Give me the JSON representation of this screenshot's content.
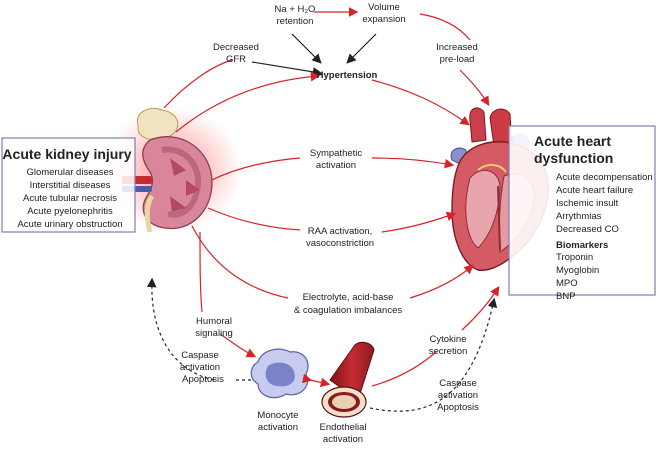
{
  "kidney_box": {
    "title": "Acute kidney injury",
    "items": [
      "Glomerular diseases",
      "Interstitial diseases",
      "Acute tubular necrosis",
      "Acute pyelonephritis",
      "Acute urinary obstruction"
    ]
  },
  "heart_box": {
    "title_line1": "Acute heart",
    "title_line2": "dysfunction",
    "items": [
      "Acute decompensation",
      "Acute heart failure",
      "Ischemic insult",
      "Arrythmias",
      "Decreased CO"
    ],
    "biomarkers_title": "Biomarkers",
    "biomarkers": [
      "Troponin",
      "Myoglobin",
      "MPO",
      "BNP"
    ]
  },
  "labels": {
    "retention_line1": "Na + H₂O",
    "retention_line2": "retention",
    "volume_line1": "Volume",
    "volume_line2": "expansion",
    "gfr_line1": "Decreased",
    "gfr_line2": "GFR",
    "hypertension": "Hypertension",
    "preload_line1": "Increased",
    "preload_line2": "pre-load",
    "sympathetic_line1": "Sympathetic",
    "sympathetic_line2": "activation",
    "raa_line1": "RAA activation,",
    "raa_line2": "vasoconstriction",
    "electrolyte_line1": "Electrolyte, acid-base",
    "electrolyte_line2": "& coagulation imbalances",
    "humoral_line1": "Humoral",
    "humoral_line2": "signaling",
    "caspase_left_line1": "Caspase",
    "caspase_left_line2": "activation",
    "caspase_left_line3": "Apoptosis",
    "monocyte_line1": "Monocyte",
    "monocyte_line2": "activation",
    "endothelial_line1": "Endothelial",
    "endothelial_line2": "activation",
    "cytokine_line1": "Cytokine",
    "cytokine_line2": "secretion",
    "caspase_right_line1": "Caspase",
    "caspase_right_line2": "activation",
    "caspase_right_line3": "Apoptosis"
  },
  "colors": {
    "arrow_red": "#d8232a",
    "arrow_black": "#222222",
    "box_border": "#7b7fb5",
    "kidney": "#d9869a",
    "heart": "#c9404a",
    "monocyte": "#9aa0d8",
    "vessel": "#a51d24"
  }
}
